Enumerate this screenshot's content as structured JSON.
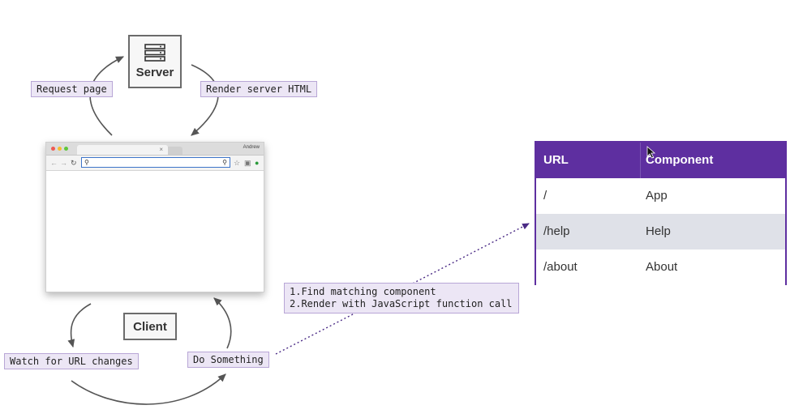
{
  "server": {
    "label": "Server",
    "icon": "server-icon"
  },
  "client": {
    "label": "Client"
  },
  "edges": {
    "request_page": "Request page",
    "render_server_html": "Render server HTML",
    "watch_url_changes": "Watch for URL changes",
    "do_something": "Do Something"
  },
  "note": {
    "lines": [
      "1.Find matching component",
      "2.Render with JavaScript function call"
    ]
  },
  "browser": {
    "user_name": "Andrew",
    "tab_close": "×"
  },
  "route_table": {
    "headers": [
      "URL",
      "Component"
    ],
    "rows": [
      {
        "url": "/",
        "component": "App"
      },
      {
        "url": "/help",
        "component": "Help"
      },
      {
        "url": "/about",
        "component": "About"
      }
    ]
  },
  "colors": {
    "accent": "#5e2fa0",
    "tag_bg": "#ece6f5",
    "tag_border": "#b8a6d6",
    "row_alt": "#dfe1e8",
    "arrow": "#555555"
  }
}
